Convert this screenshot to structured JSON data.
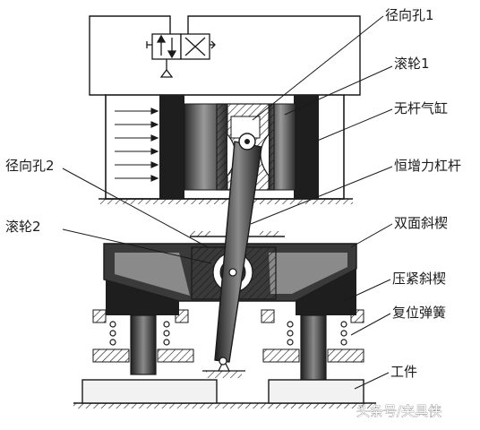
{
  "labels": {
    "radial_hole_1": "径向孔1",
    "roller_1": "滚轮1",
    "rodless_cylinder": "无杆气缸",
    "radial_hole_2": "径向孔2",
    "constant_force_lever": "恒增力杠杆",
    "roller_2": "滚轮2",
    "double_wedge": "双面斜楔",
    "clamp_wedge": "压紧斜楔",
    "return_spring": "复位弹簧",
    "workpiece": "工件"
  },
  "watermark": "头条号/夹具侠",
  "colors": {
    "line": "#1a1a1a",
    "dark": "#2b2b2b",
    "mid": "#7d7d7d",
    "light": "#d6d6d6"
  }
}
